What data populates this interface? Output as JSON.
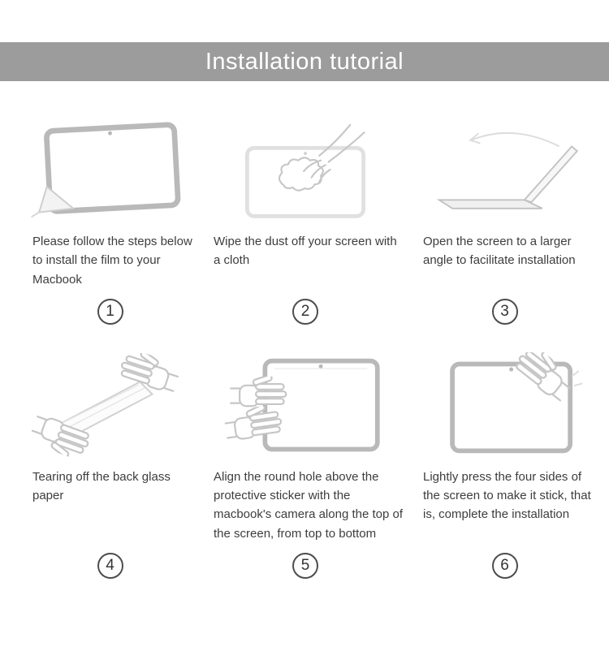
{
  "banner": {
    "title": "Installation tutorial"
  },
  "steps": [
    {
      "number": "1",
      "text": "Please follow the steps below to install the film to your Macbook"
    },
    {
      "number": "2",
      "text": "Wipe the dust off your screen with a cloth"
    },
    {
      "number": "3",
      "text": "Open the screen to a larger angle to facilitate installation"
    },
    {
      "number": "4",
      "text": "Tearing off the back glass paper"
    },
    {
      "number": "5",
      "text": "Align the round hole above the protective sticker with the macbook's camera along the top of the screen, from top to bottom"
    },
    {
      "number": "6",
      "text": "Lightly press the four sides of the screen to make it stick, that is, complete the installation"
    }
  ],
  "colors": {
    "banner_bg": "#9c9c9c",
    "banner_text": "#ffffff",
    "body_text": "#3d3d3d",
    "line_art": "#c6c6c6",
    "frame": "#b9b9b9"
  }
}
